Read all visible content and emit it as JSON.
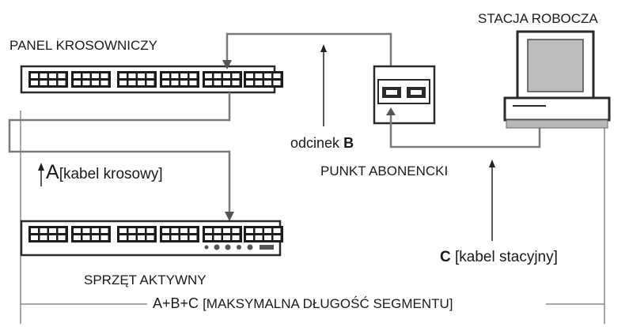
{
  "labels": {
    "panel": "PANEL KROSOWNICZY",
    "station": "STACJA ROBOCZA",
    "segment_b_prefix": "odcinek",
    "segment_b_letter": "B",
    "outlet": "PUNKT ABONENCKI",
    "segment_a_letter": "A",
    "segment_a_desc": "[kabel krosowy]",
    "active_equipment": "SPRZĘT AKTYWNY",
    "segment_c_letter": "C",
    "segment_c_desc": "[kabel stacyjny]",
    "total_formula": "A+B+C",
    "total_desc": "[MAKSYMALNA DŁUGOŚĆ SEGMENTU]"
  },
  "colors": {
    "cable": "#7a7a7a",
    "device_frame": "#2a2a2a",
    "port": "#1c1c1c",
    "screen": "#bdbdbd",
    "dimension_line": "#8a8a8a"
  }
}
